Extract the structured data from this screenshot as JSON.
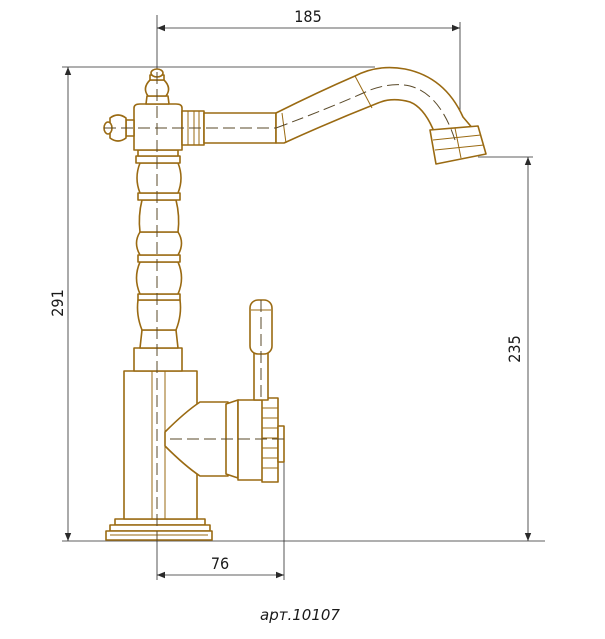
{
  "dimensions": {
    "spout_reach": "185",
    "total_height": "291",
    "spout_height": "235",
    "handle_offset": "76"
  },
  "article": "арт.10107",
  "colors": {
    "outline": "#9a6a12",
    "dimension_lines": "#2a2a2a",
    "background": "#ffffff"
  }
}
